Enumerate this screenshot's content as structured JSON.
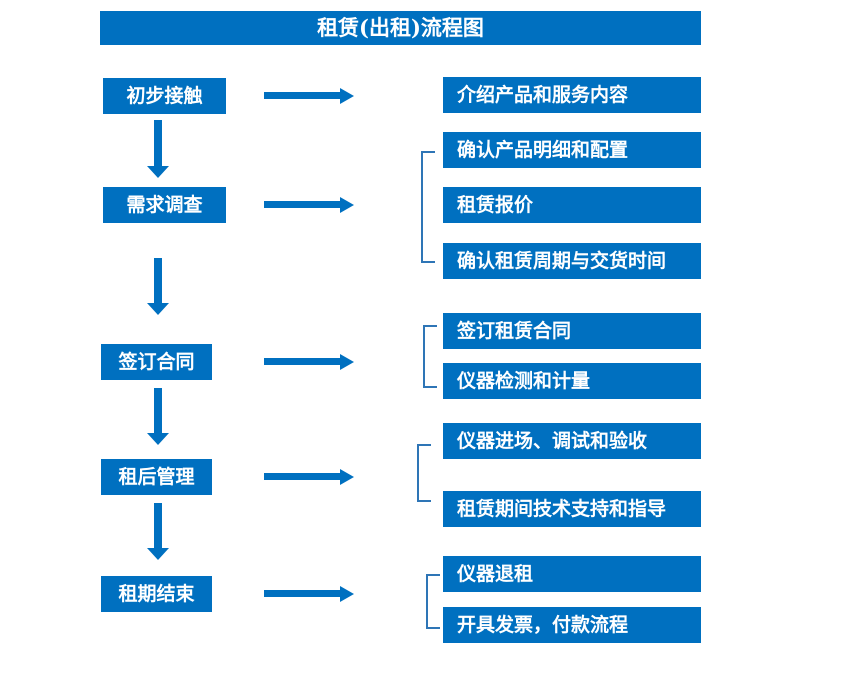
{
  "title": "租赁(出租)流程图",
  "colors": {
    "primary_blue": "#0070C0",
    "bracket_blue": "#2E75B6",
    "text_on_blue": "#FFFFFF",
    "background": "#FFFFFF"
  },
  "stages": [
    {
      "label": "初步接触",
      "details": [
        "介绍产品和服务内容"
      ]
    },
    {
      "label": "需求调查",
      "details": [
        "确认产品明细和配置",
        "租赁报价",
        "确认租赁周期与交货时间"
      ]
    },
    {
      "label": "签订合同",
      "details": [
        "签订租赁合同",
        "仪器检测和计量"
      ]
    },
    {
      "label": "租后管理",
      "details": [
        "仪器进场、调试和验收",
        "租赁期间技术支持和指导"
      ]
    },
    {
      "label": "租期结束",
      "details": [
        "仪器退租",
        "开具发票，付款流程"
      ]
    }
  ]
}
